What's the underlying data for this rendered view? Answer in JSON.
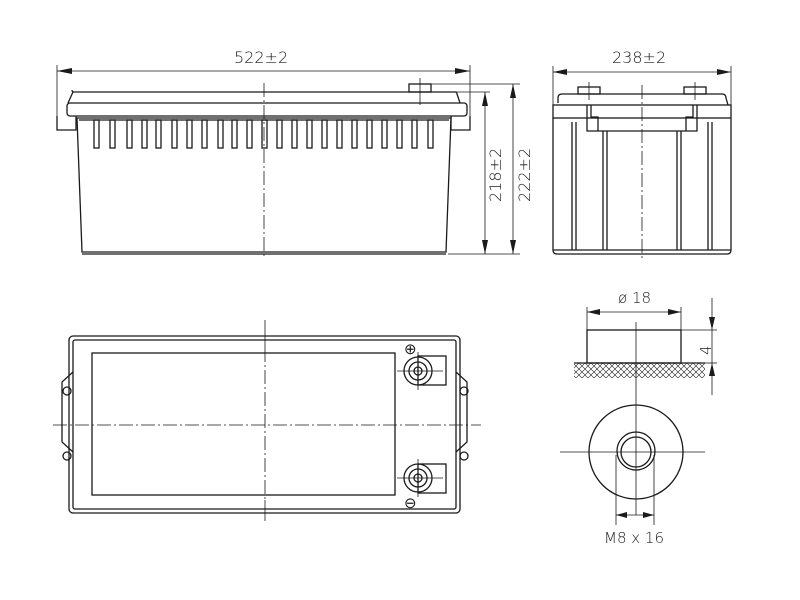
{
  "drawing": {
    "subject": "Battery technical drawing",
    "line_color": "#1a1a1a",
    "background": "#ffffff"
  },
  "front_view": {
    "length_label": "522±2",
    "height_body_label": "218±2",
    "height_total_label": "222±2"
  },
  "side_view": {
    "width_label": "238±2"
  },
  "top_view": {
    "positive_symbol": "⊕",
    "negative_symbol": "⊖"
  },
  "terminal_detail": {
    "diameter_label": "ø 18",
    "height_label": "4",
    "thread_label": "M8 x 16"
  }
}
